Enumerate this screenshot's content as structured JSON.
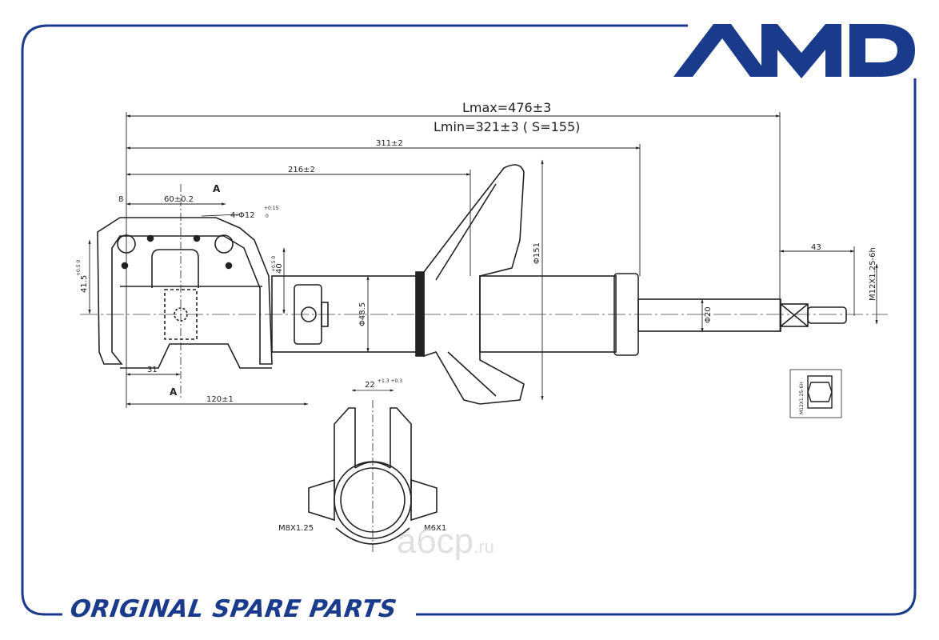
{
  "brand": {
    "logo_text": "AMD",
    "color": "#1a3a8c"
  },
  "footer": {
    "text": "ORIGINAL SPARE PARTS"
  },
  "watermark": {
    "text": "aбcp",
    "suffix": ".ru"
  },
  "dimensions": {
    "lmax": "Lmax=476±3",
    "lmin": "Lmin=321±3 (   S=155)",
    "d311": "311±2",
    "d216": "216±2",
    "d8": "8",
    "d60": "60±0.2",
    "holes": "4-Φ12",
    "holes_tol_top": "+0.15",
    "holes_tol_bot": "0",
    "section_a": "A",
    "d415": "41.5",
    "d415_tol": "+0.5 0",
    "d40": "40",
    "d40_tol": "+0.5 0",
    "d485": "Φ48.5",
    "d151": "Φ151",
    "d20": "Φ20",
    "d43": "43",
    "thread_main": "M12X1.25-6h",
    "d31": "31",
    "d120": "120±1",
    "d22": "22",
    "d22_tol": "+1.3 +0.3",
    "thread_m8": "M8X1.25",
    "thread_m6": "M6X1",
    "nut_thread": "M12X1.25-6H"
  }
}
